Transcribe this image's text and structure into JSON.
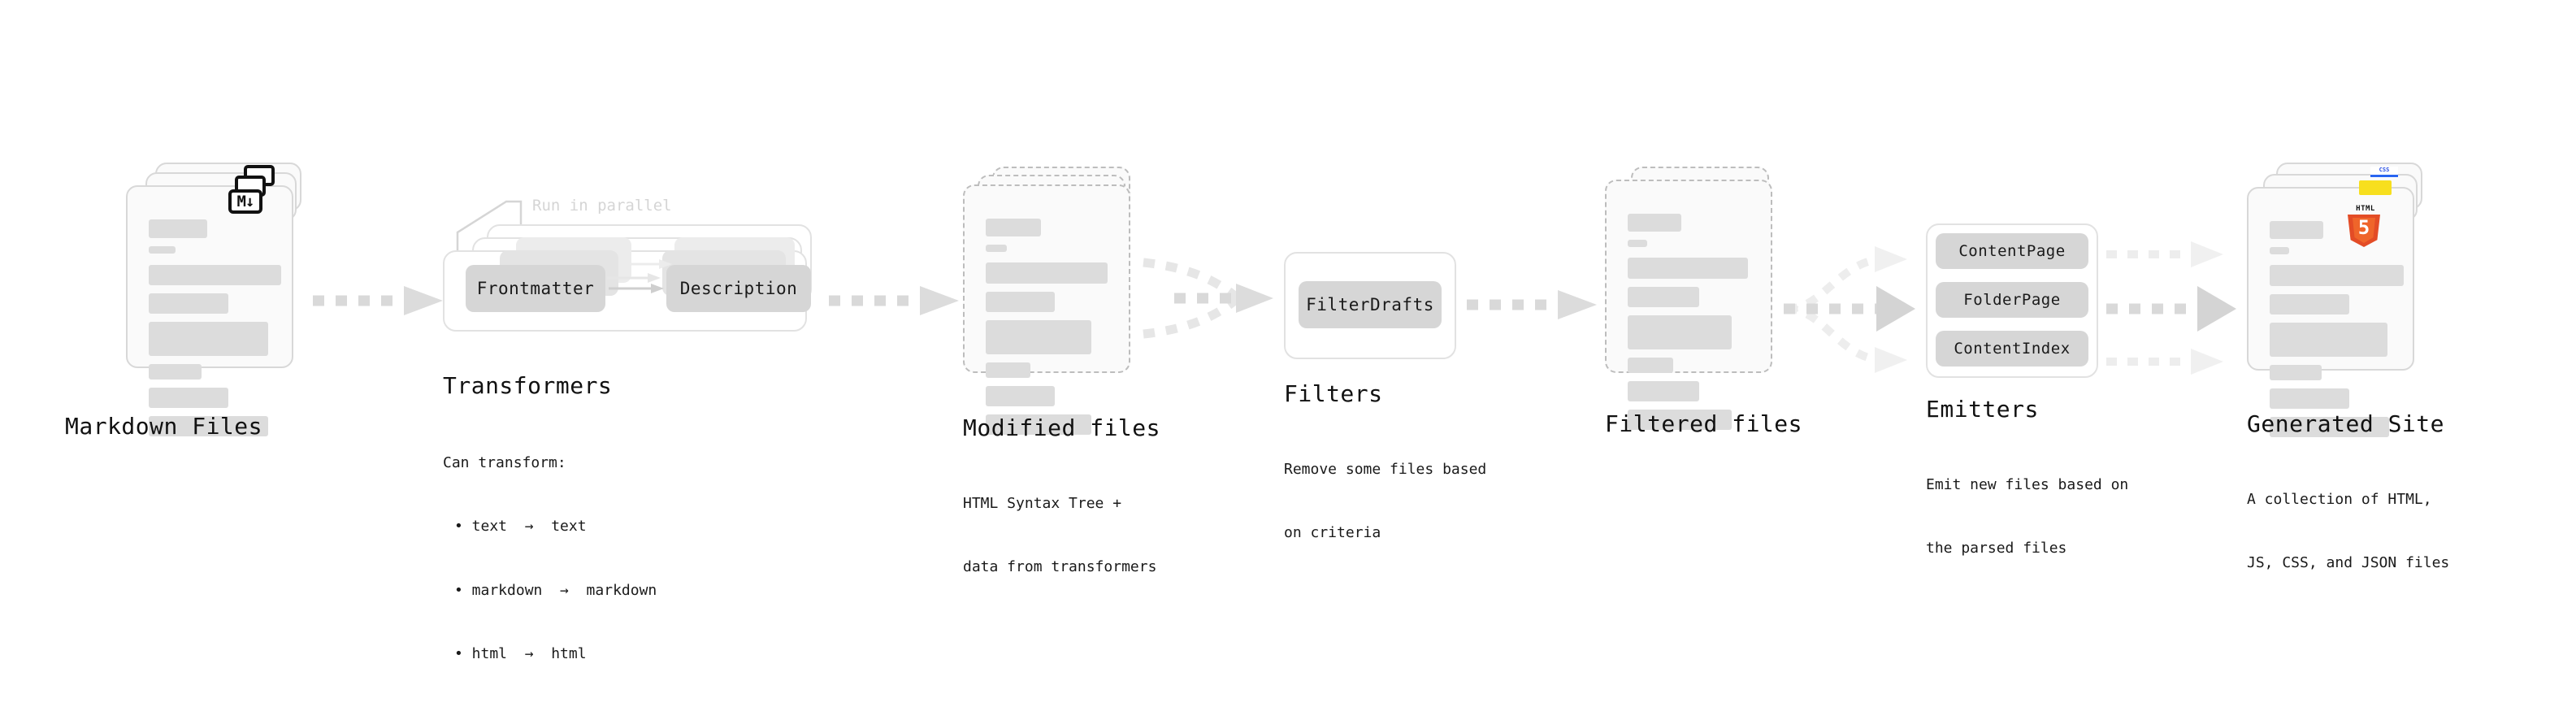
{
  "diagram": {
    "title_hidden": "",
    "annotation": {
      "run_in_parallel": "Run in parallel"
    }
  },
  "stages": [
    {
      "id": "markdown-files",
      "title": "Markdown Files",
      "subtitle": "",
      "badge": "markdown-icon",
      "badge_label": "M",
      "stack_count": 3,
      "border": "solid"
    },
    {
      "id": "transformers",
      "title": "Transformers",
      "subtitle": "Can transform:\n • text  →  text\n • markdown  →  markdown\n • html  →  html",
      "subtitle_lines": [
        "Can transform:",
        "• text  →  text",
        "• markdown  →  markdown",
        "• html  →  html"
      ],
      "chips": [
        "Frontmatter",
        "Description"
      ],
      "stack_count": 3,
      "annotation": "Run in parallel"
    },
    {
      "id": "modified-files",
      "title": "Modified files",
      "subtitle_lines": [
        "HTML Syntax Tree +",
        "data from transformers"
      ],
      "stack_count": 3,
      "border": "dashed"
    },
    {
      "id": "filters",
      "title": "Filters",
      "subtitle_lines": [
        "Remove some files based",
        "on criteria"
      ],
      "chips": [
        "FilterDrafts"
      ]
    },
    {
      "id": "filtered-files",
      "title": "Filtered files",
      "subtitle_lines": [],
      "stack_count": 2,
      "border": "dashed"
    },
    {
      "id": "emitters",
      "title": "Emitters",
      "subtitle_lines": [
        "Emit new files based on",
        "the parsed files"
      ],
      "chips": [
        "ContentPage",
        "FolderPage",
        "ContentIndex"
      ]
    },
    {
      "id": "generated-site",
      "title": "Generated Site",
      "subtitle_lines": [
        "A collection of HTML,",
        "JS, CSS, and JSON files"
      ],
      "badges": [
        "html5-icon",
        "js-icon",
        "css-icon"
      ],
      "badge_labels": {
        "html5": "HTML",
        "html5_num": "5",
        "css": "CSS"
      },
      "stack_count": 3,
      "border": "solid"
    }
  ],
  "colors": {
    "card_fill": "#fafafa",
    "card_border": "#d8d8d8",
    "dashed_border": "#bdbdbd",
    "placeholder_bar": "#dcdcdc",
    "chip_fill": "#d6d6d6",
    "arrow": "#d9d9d9",
    "html5_orange": "#e34c26",
    "js_yellow": "#f7df1e",
    "css_blue": "#2965f1",
    "text": "#111111",
    "muted_text": "#d5d5d5"
  }
}
